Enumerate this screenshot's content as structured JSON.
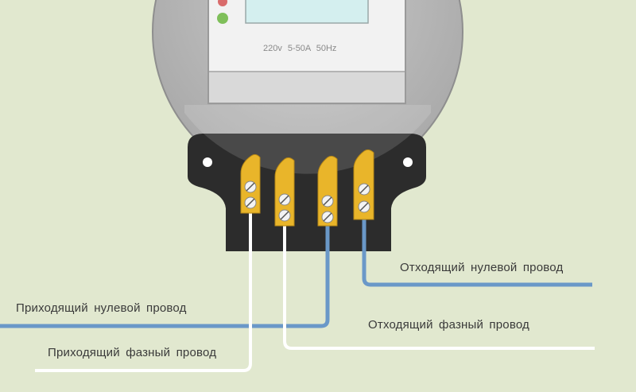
{
  "meter": {
    "rating_text": "220v  5-50A  50Hz"
  },
  "labels": {
    "outgoing_neutral": "Отходящий нулевой провод",
    "incoming_neutral": "Приходящий нулевой провод",
    "outgoing_phase": "Отходящий фазный провод",
    "incoming_phase": "Приходящий фазный провод"
  },
  "colors": {
    "background": "#e1e8cf",
    "neutral_wire": "#6a98c8",
    "phase_wire": "#ffffff",
    "terminal_block": "#2c2c2c",
    "terminal": "#e9b52a",
    "meter_body": "#b9b9b9"
  }
}
